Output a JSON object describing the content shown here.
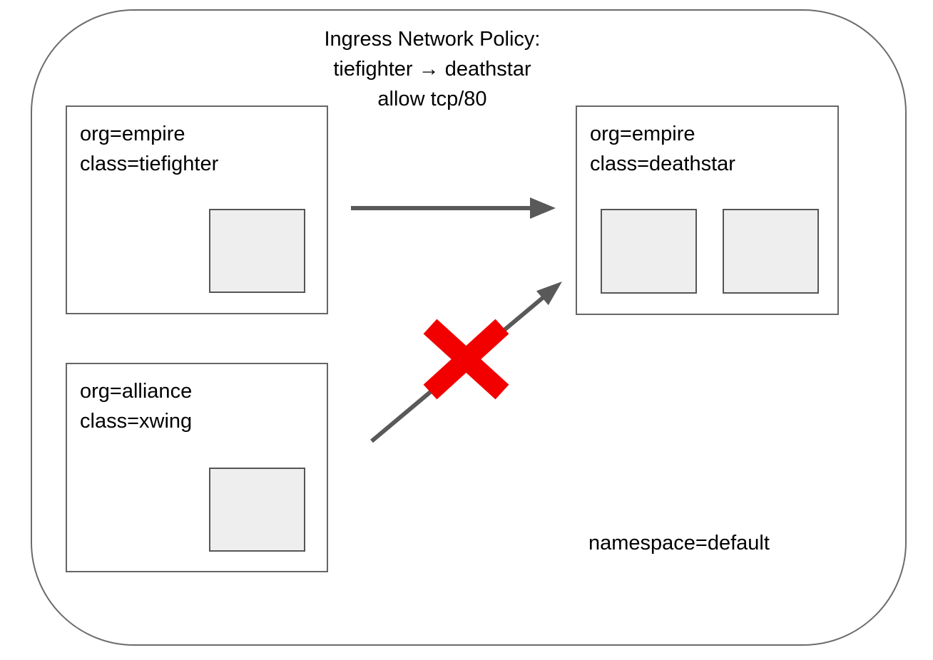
{
  "diagram": {
    "title": {
      "line1": "Ingress Network Policy:",
      "line2": "tiefighter → deathstar",
      "line3": "allow tcp/80"
    },
    "namespace_label": "namespace=default",
    "nodes": {
      "tiefighter": {
        "label_line1": "org=empire",
        "label_line2": "class=tiefighter",
        "pod_count": 1
      },
      "xwing": {
        "label_line1": "org=alliance",
        "label_line2": "class=xwing",
        "pod_count": 1
      },
      "deathstar": {
        "label_line1": "org=empire",
        "label_line2": "class=deathstar",
        "pod_count": 2
      }
    },
    "edges": [
      {
        "from": "tiefighter",
        "to": "deathstar",
        "status": "allowed"
      },
      {
        "from": "xwing",
        "to": "deathstar",
        "status": "blocked"
      }
    ],
    "colors": {
      "arrow": "#595959",
      "blocked_x": "#f20000",
      "pod_fill": "#eeeeee",
      "pod_border": "#555555",
      "box_border": "#666666",
      "boundary_border": "#6b6b6b"
    }
  }
}
